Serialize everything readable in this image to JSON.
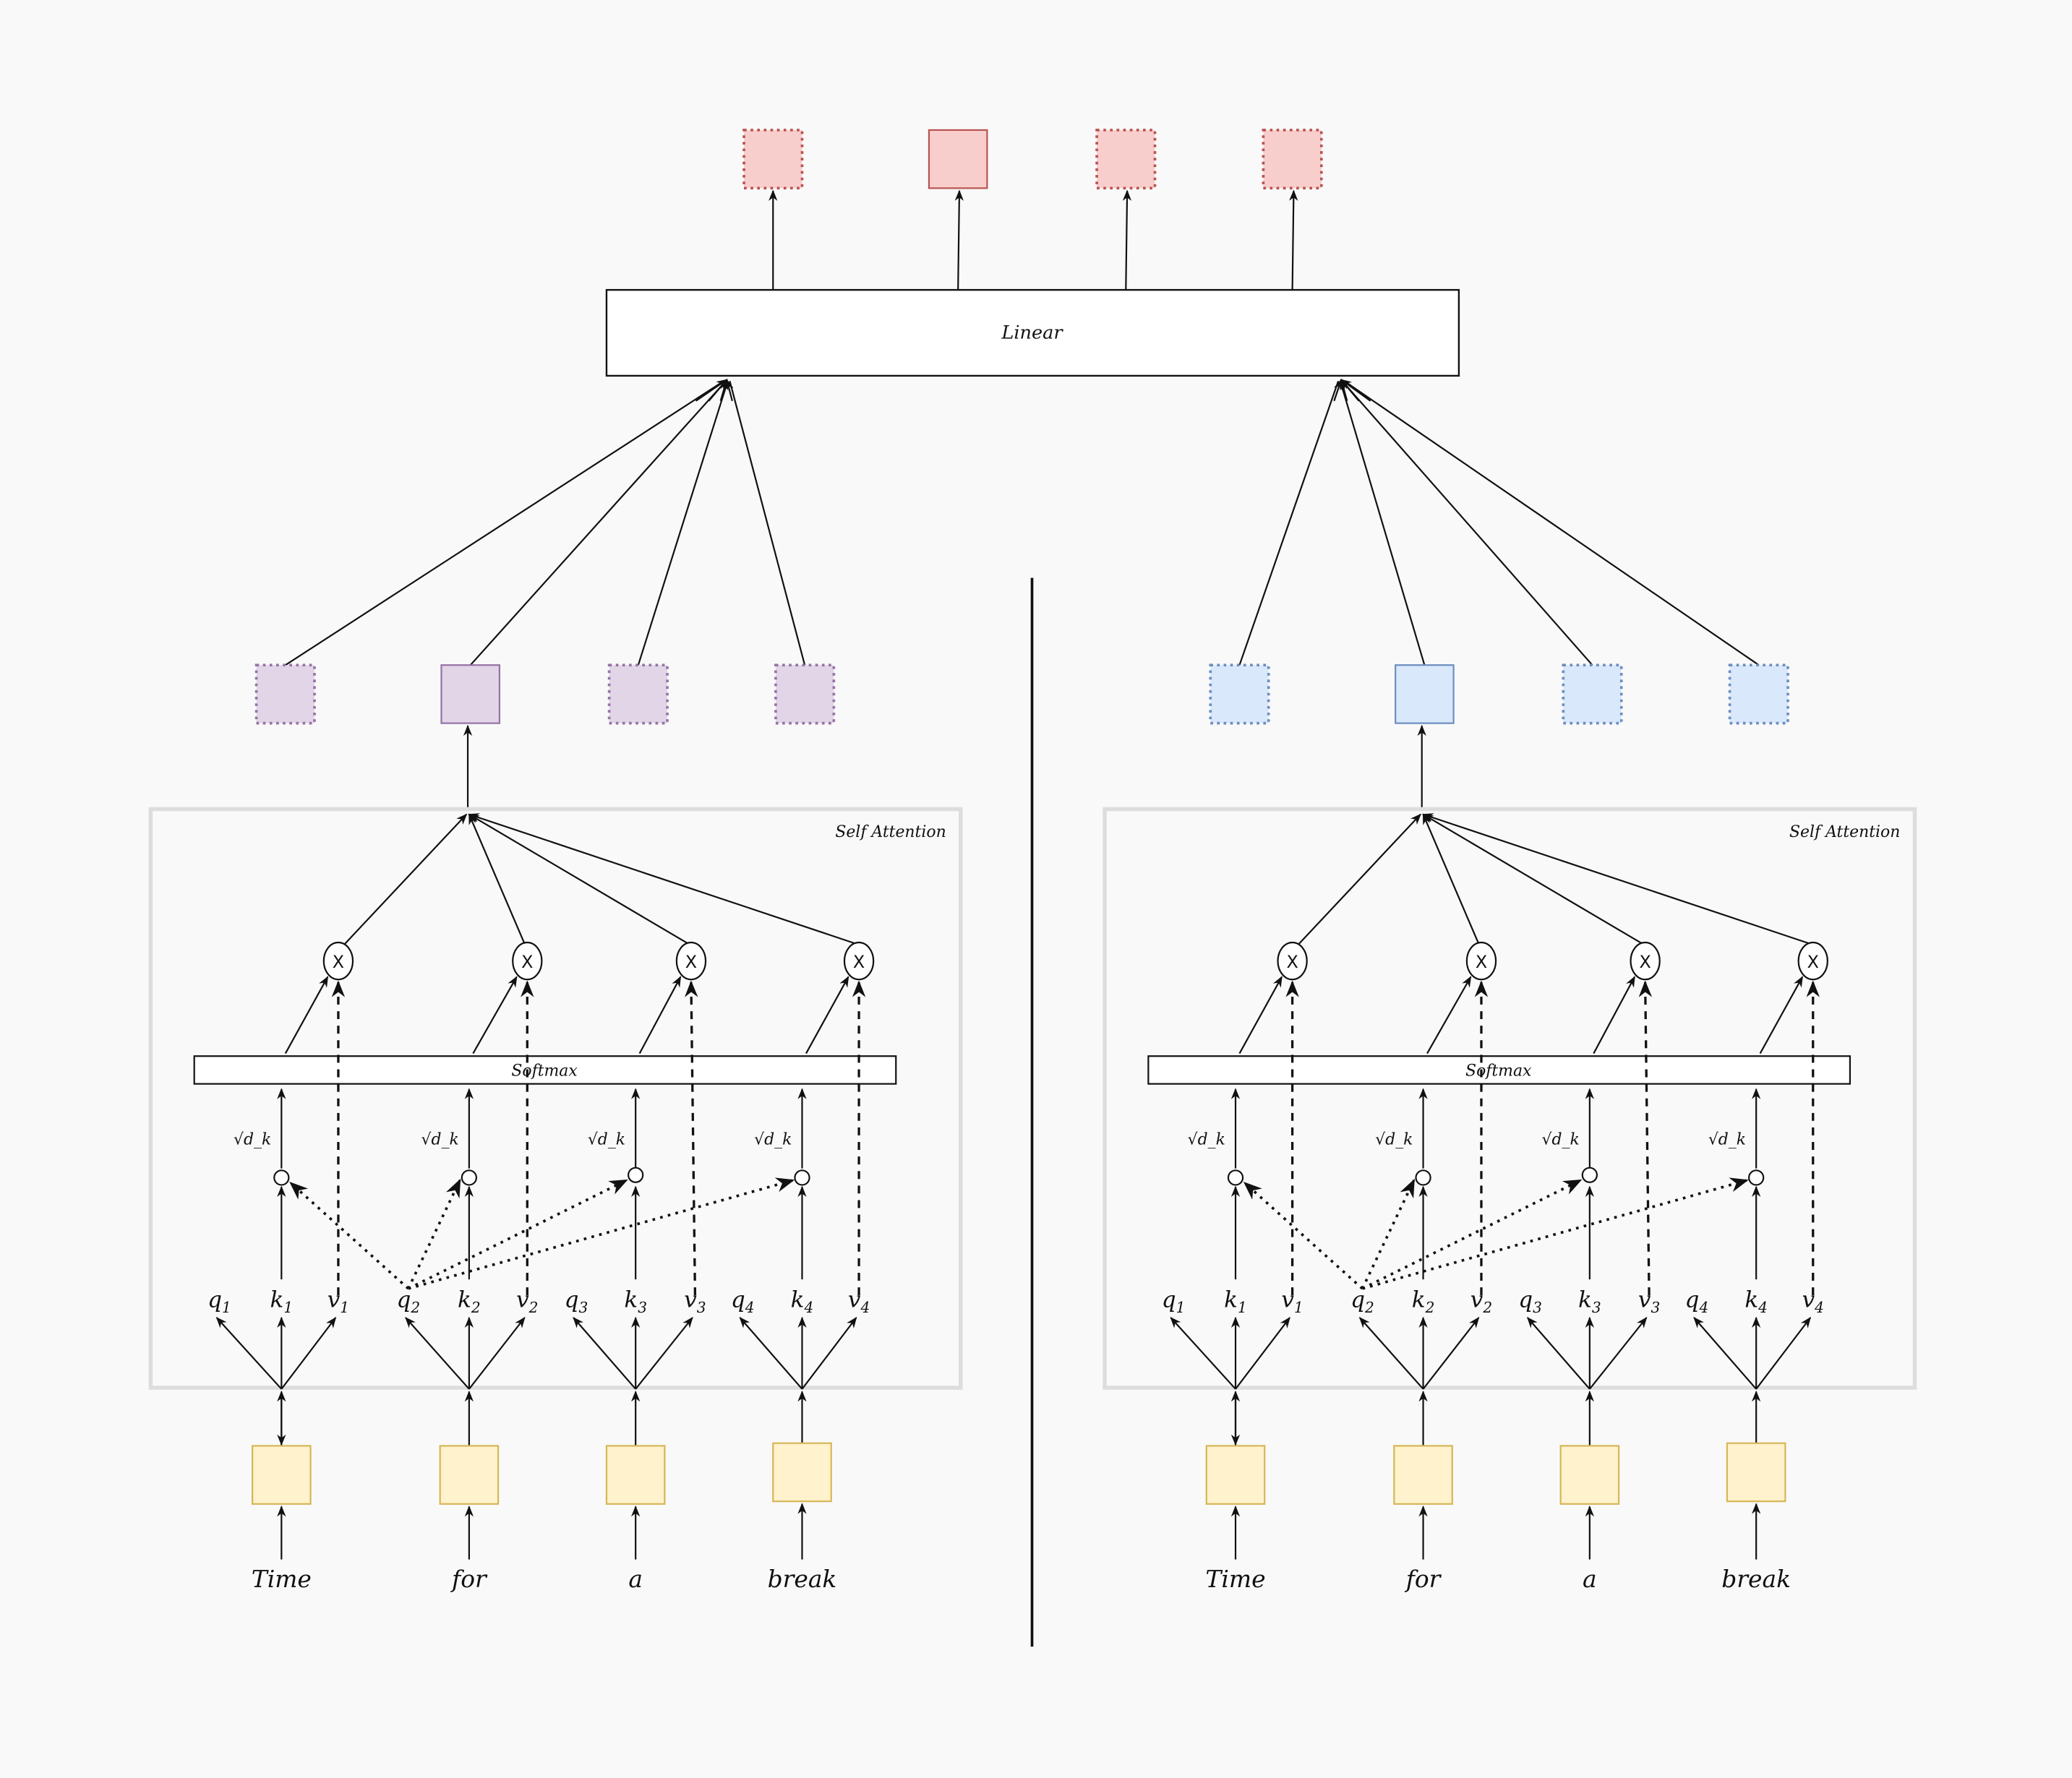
{
  "output_layer": {
    "label": "Linear",
    "outputs": [
      {
        "style": "dotted"
      },
      {
        "style": "solid"
      },
      {
        "style": "dotted"
      },
      {
        "style": "dotted"
      }
    ],
    "color_fill": "#f8cecc",
    "color_stroke": "#b85450"
  },
  "panels": [
    {
      "id": "left",
      "head_label": "Self Attention",
      "softmax_label": "Softmax",
      "scale_label": "√d_k",
      "multiply_symbol": "X",
      "head_outputs": [
        {
          "style": "dotted"
        },
        {
          "style": "solid"
        },
        {
          "style": "dotted"
        },
        {
          "style": "dotted"
        }
      ],
      "head_fill": "#e1d5e7",
      "head_stroke": "#9673a6",
      "tokens": [
        "Time",
        "for",
        "a",
        "break"
      ],
      "vectors": [
        {
          "q": "q",
          "k": "k",
          "v": "v",
          "index": "1"
        },
        {
          "q": "q",
          "k": "k",
          "v": "v",
          "index": "2"
        },
        {
          "q": "q",
          "k": "k",
          "v": "v",
          "index": "3"
        },
        {
          "q": "q",
          "k": "k",
          "v": "v",
          "index": "4"
        }
      ],
      "query_source_index": 2,
      "embedding_fill": "#fff2cc",
      "embedding_stroke": "#d6b656"
    },
    {
      "id": "right",
      "head_label": "Self Attention",
      "softmax_label": "Softmax",
      "scale_label": "√d_k",
      "multiply_symbol": "X",
      "head_outputs": [
        {
          "style": "dotted"
        },
        {
          "style": "solid"
        },
        {
          "style": "dotted"
        },
        {
          "style": "dotted"
        }
      ],
      "head_fill": "#dae8fc",
      "head_stroke": "#6c8ebf",
      "tokens": [
        "Time",
        "for",
        "a",
        "break"
      ],
      "vectors": [
        {
          "q": "q",
          "k": "k",
          "v": "v",
          "index": "1"
        },
        {
          "q": "q",
          "k": "k",
          "v": "v",
          "index": "2"
        },
        {
          "q": "q",
          "k": "k",
          "v": "v",
          "index": "3"
        },
        {
          "q": "q",
          "k": "k",
          "v": "v",
          "index": "4"
        }
      ],
      "query_source_index": 2,
      "embedding_fill": "#fff2cc",
      "embedding_stroke": "#d6b656"
    }
  ]
}
